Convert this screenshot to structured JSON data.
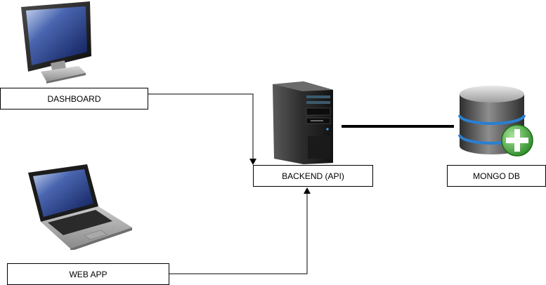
{
  "nodes": {
    "dashboard": {
      "label": "DASHBOARD",
      "icon": "desktop-monitor-icon"
    },
    "web_app": {
      "label": "WEB APP",
      "icon": "laptop-icon"
    },
    "backend": {
      "label": "BACKEND (API)",
      "icon": "server-tower-icon"
    },
    "database": {
      "label": "MONGO DB",
      "icon": "database-add-icon"
    }
  },
  "edges": [
    {
      "from": "dashboard",
      "to": "backend",
      "arrow": true
    },
    {
      "from": "web_app",
      "to": "backend",
      "arrow": true
    },
    {
      "from": "backend",
      "to": "database",
      "arrow": false
    }
  ],
  "colors": {
    "line": "#000000",
    "badge_green": "#3fa93a"
  }
}
